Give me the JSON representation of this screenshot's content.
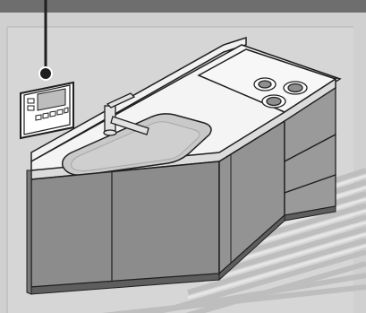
{
  "illustration": {
    "subject": "kitchen-sink-unit-with-wall-remote-controller",
    "colors": {
      "outline": "#1f1f1f",
      "top_band": "#6e6e6e",
      "wall": "#cdcdcd",
      "wall_inner": "#d4d4d4",
      "floor_stripes": "#c8c8c8",
      "cabinet_front": "#8c8c8c",
      "cabinet_side": "#9a9a9a",
      "countertop": "#f4f4f4",
      "countertop_edge": "#dcdcdc",
      "sink_basin": "#c9c9c9",
      "cooktop": "#f7f7f7",
      "burner": "#8e8e8e",
      "faucet": "#e2e2e2",
      "remote_body": "#ffffff",
      "remote_screen": "#bdbdbd"
    },
    "remote_controller": {
      "icon": "wall-remote-controller-icon",
      "buttons": 5
    },
    "cooktop": {
      "burners": 3
    },
    "drawers": 3
  }
}
